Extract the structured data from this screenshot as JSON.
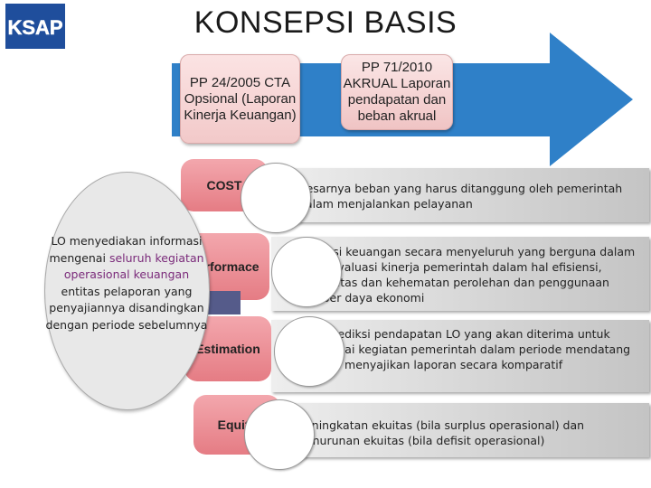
{
  "logo": {
    "text": "KSAP"
  },
  "title": "KONSEPSI BASIS",
  "boxes": {
    "pp24": "PP 24/2005 CTA Opsional (Laporan Kinerja Keuangan)",
    "pp71": "PP 71/2010 AKRUAL Laporan pendapatan dan beban akrual"
  },
  "lo": {
    "part1": "LO menyediakan informasi mengenai",
    "part2": "seluruh kegiatan operasional keuangan",
    "part3": "entitas pelaporan yang penyajiannya disandingkan dengan periode sebelumnya"
  },
  "items": [
    {
      "label": "COST",
      "text": "Besarnya beban yang harus ditanggung oleh pemerintah dalam menjalankan pelayanan"
    },
    {
      "label": "Performace",
      "text": "Operasi keuangan secara menyeluruh yang berguna dalam mengevaluasi kinerja pemerintah dalam hal efisiensi, efektivitas dan kehematan perolehan dan penggunaan sumber daya ekonomi"
    },
    {
      "label": "Estimation",
      "text": "Memprediksi pendapatan LO yang akan diterima untuk mendanai kegiatan pemerintah dalam periode mendatang dengan menyajikan laporan secara komparatif"
    },
    {
      "label": "Equity",
      "text": "Peningkatan ekuitas (bila surplus operasional) dan penurunan ekuitas (bila defisit operasional)"
    }
  ],
  "colors": {
    "arrow": "#2f80c8",
    "pill": "#e57c84",
    "lo_highlight": "#7a2a7a"
  }
}
